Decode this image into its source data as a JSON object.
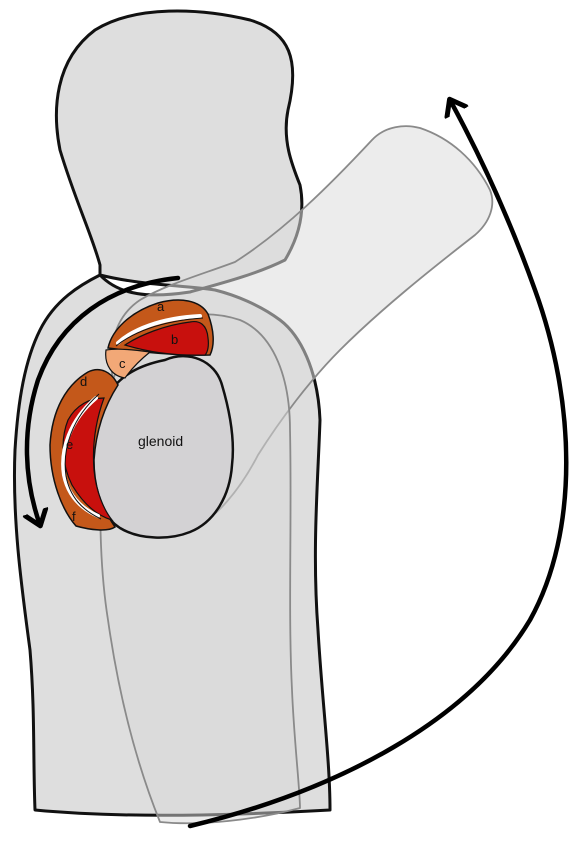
{
  "labels": {
    "a": "a",
    "b": "b",
    "c": "c",
    "d": "d",
    "e": "e",
    "f": "f",
    "glenoid": "glenoid"
  },
  "colors": {
    "body_fill": "#dedede",
    "body_stroke": "#111111",
    "raised_arm_fill": "#dcdcdc",
    "raised_arm_stroke": "#8a8a8a",
    "glenoid_fill": "#d3d2d4",
    "orange": "#c4581a",
    "red": "#c8100d",
    "peach": "#f2a877",
    "arrow": "#000000"
  },
  "icons": {
    "large_arrow": "curved-arrow-counterclockwise-up",
    "small_arrow": "curved-arrow-down"
  }
}
